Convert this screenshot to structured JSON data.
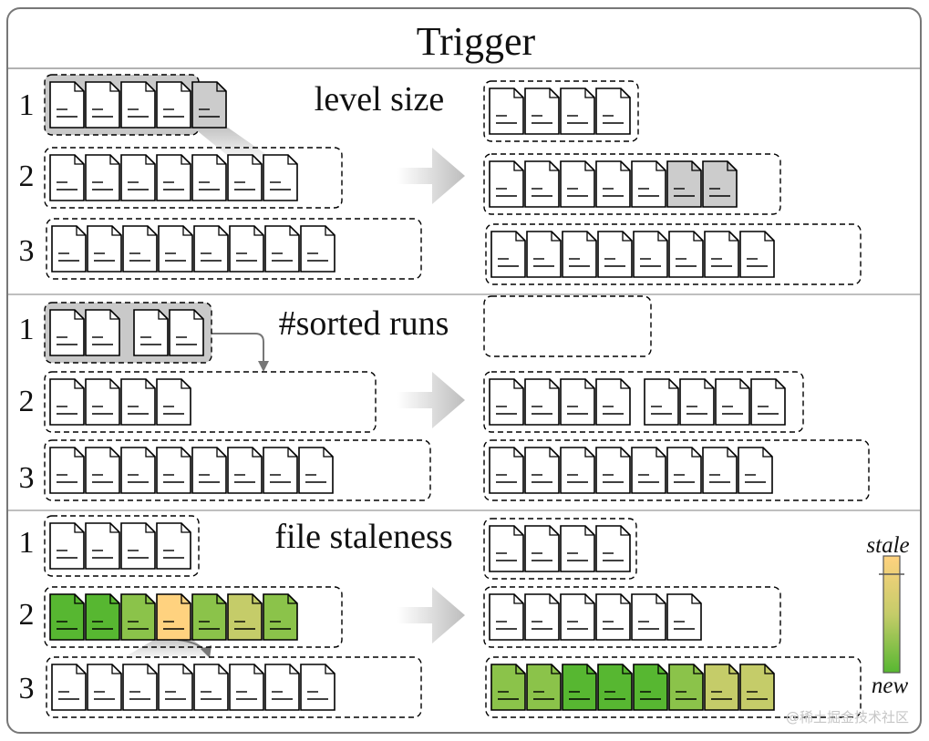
{
  "title": "Trigger",
  "colors": {
    "frame": "#777777",
    "divider": "#aaaaaa",
    "doc_fill": "#ffffff",
    "doc_gray": "#cccccc",
    "stale_dark_green": "#57b731",
    "stale_green": "#8bc34a",
    "stale_olive": "#c5cc69",
    "stale_orange": "#ffd27f"
  },
  "sections": [
    {
      "label": "level size",
      "before": [
        {
          "level": "1",
          "groups": [
            [
              "w",
              "w",
              "w",
              "w",
              "g"
            ]
          ]
        },
        {
          "level": "2",
          "groups": [
            [
              "w",
              "w",
              "w",
              "w",
              "w",
              "w",
              "w"
            ]
          ]
        },
        {
          "level": "3",
          "groups": [
            [
              "w",
              "w",
              "w",
              "w",
              "w",
              "w",
              "w",
              "w"
            ]
          ]
        }
      ],
      "after": [
        {
          "groups": [
            [
              "w",
              "w",
              "w",
              "w"
            ]
          ]
        },
        {
          "groups": [
            [
              "w",
              "w",
              "w",
              "w",
              "w",
              "g",
              "g"
            ]
          ]
        },
        {
          "groups": [
            [
              "w",
              "w",
              "w",
              "w",
              "w",
              "w",
              "w",
              "w"
            ]
          ]
        }
      ]
    },
    {
      "label": "#sorted runs",
      "before": [
        {
          "level": "1",
          "groups": [
            [
              "w",
              "w"
            ],
            [
              "w",
              "w"
            ]
          ]
        },
        {
          "level": "2",
          "groups": [
            [
              "w",
              "w",
              "w",
              "w"
            ]
          ]
        },
        {
          "level": "3",
          "groups": [
            [
              "w",
              "w",
              "w",
              "w",
              "w",
              "w",
              "w",
              "w"
            ]
          ]
        }
      ],
      "after": [
        {
          "groups": []
        },
        {
          "groups": [
            [
              "w",
              "w",
              "w",
              "w"
            ],
            [
              "w",
              "w",
              "w",
              "w"
            ]
          ]
        },
        {
          "groups": [
            [
              "w",
              "w",
              "w",
              "w",
              "w",
              "w",
              "w",
              "w"
            ]
          ]
        }
      ]
    },
    {
      "label": "file staleness",
      "before": [
        {
          "level": "1",
          "groups": [
            [
              "w",
              "w",
              "w",
              "w"
            ]
          ]
        },
        {
          "level": "2",
          "groups": [
            [
              "dg",
              "dg",
              "lg",
              "or",
              "lg",
              "ol",
              "lg"
            ]
          ]
        },
        {
          "level": "3",
          "groups": [
            [
              "w",
              "w",
              "w",
              "w",
              "w",
              "w",
              "w",
              "w"
            ]
          ]
        }
      ],
      "after": [
        {
          "groups": [
            [
              "w",
              "w",
              "w",
              "w"
            ]
          ]
        },
        {
          "groups": [
            [
              "w",
              "w",
              "w",
              "w",
              "w",
              "w"
            ]
          ]
        },
        {
          "groups": [
            [
              "lg",
              "lg",
              "dg",
              "dg",
              "dg",
              "lg",
              "ol",
              "ol"
            ]
          ]
        }
      ]
    }
  ],
  "legend": {
    "top": "stale",
    "bottom": "new"
  },
  "watermark": "@稀土掘金技术社区"
}
